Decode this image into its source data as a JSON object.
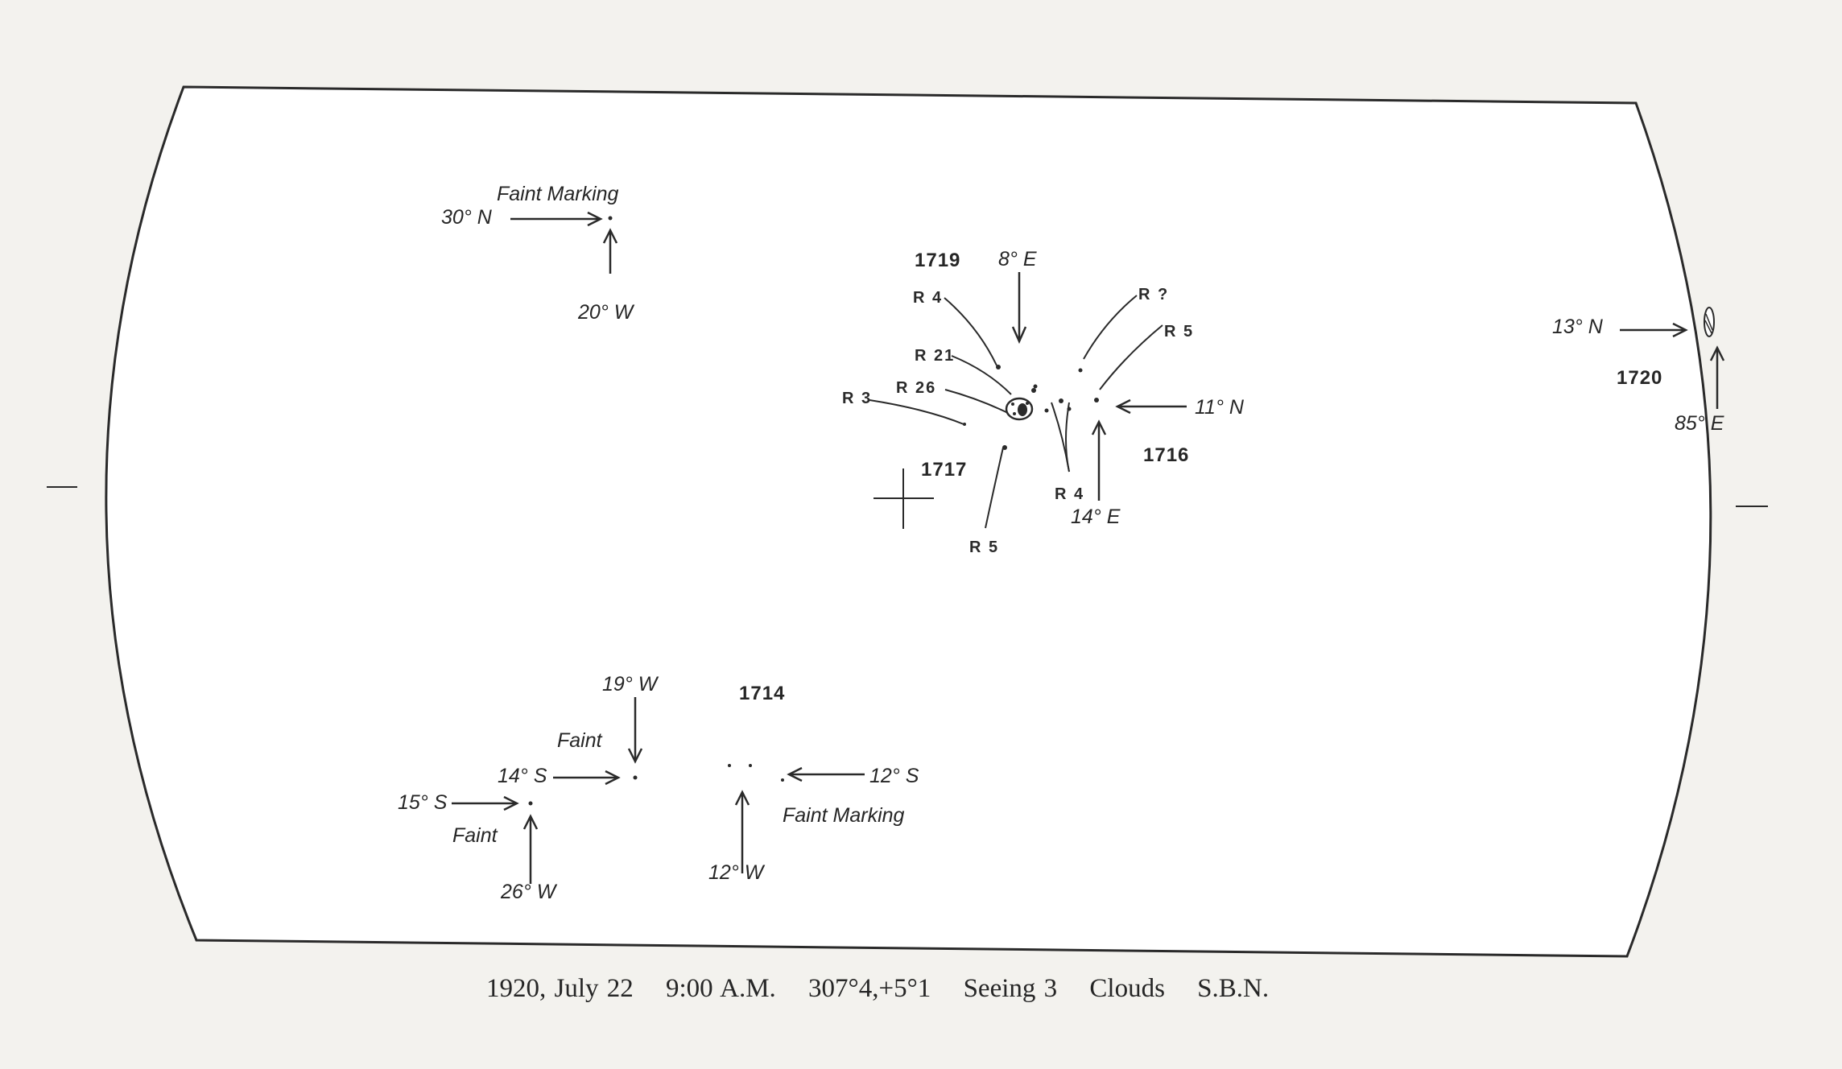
{
  "caption": {
    "date": "1920, July 22",
    "time": "9:00 A.M.",
    "position": "307°4,+5°1",
    "seeing": "Seeing 3",
    "conditions": "Clouds",
    "observer": "S.B.N."
  },
  "groups": {
    "g1714": "1714",
    "g1716": "1716",
    "g1717": "1717",
    "g1719": "1719",
    "g1720": "1720"
  },
  "coordinates": {
    "c30n": "30° N",
    "c20w": "20° W",
    "c8e": "8° E",
    "c11n": "11° N",
    "c14e": "14° E",
    "c13n": "13° N",
    "c85e": "85° E",
    "c19w": "19° W",
    "c14s": "14° S",
    "c15s": "15° S",
    "c26w": "26° W",
    "c12s": "12° S",
    "c12w": "12° W"
  },
  "notes": {
    "faint_marking_top": "Faint Marking",
    "faint_1": "Faint",
    "faint_2": "Faint",
    "faint_marking_bottom": "Faint Marking"
  },
  "spot_labels": {
    "r4_top": "R 4",
    "r21": "R 21",
    "r26": "R 26",
    "r3": "R 3",
    "r_q": "R ?",
    "r5_right": "R 5",
    "r4_bottom": "R 4",
    "r5_bottom": "R 5"
  }
}
